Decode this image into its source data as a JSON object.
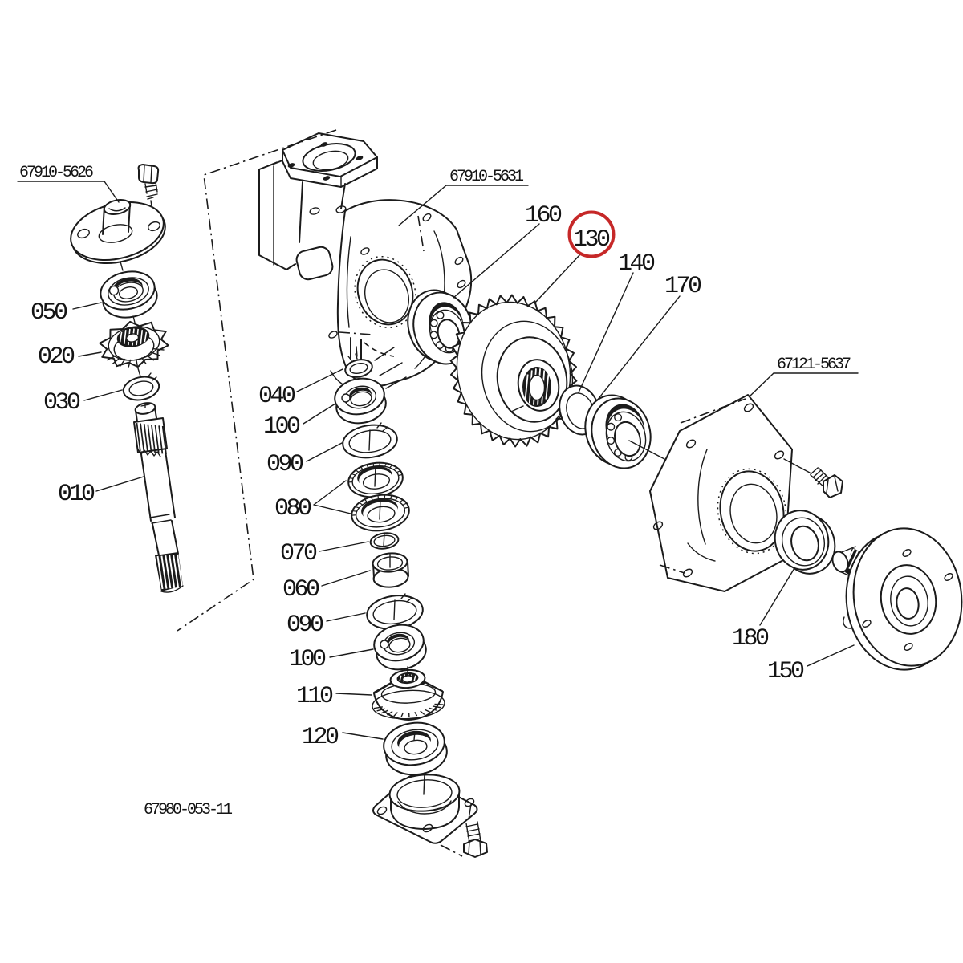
{
  "drawing": {
    "type": "exploded-parts-diagram",
    "background": "#ffffff",
    "line_color": "#1b1b1b",
    "highlight_color": "#c62828",
    "part_numbers": [
      {
        "id": "67910-5626"
      },
      {
        "id": "67910-5631"
      },
      {
        "id": "67121-5637"
      },
      {
        "id": "67980-053-11"
      }
    ],
    "callouts": [
      {
        "ref": "010"
      },
      {
        "ref": "020"
      },
      {
        "ref": "030"
      },
      {
        "ref": "040"
      },
      {
        "ref": "050"
      },
      {
        "ref": "060"
      },
      {
        "ref": "070"
      },
      {
        "ref": "080"
      },
      {
        "ref": "090"
      },
      {
        "ref": "100"
      },
      {
        "ref": "110"
      },
      {
        "ref": "120"
      },
      {
        "ref": "130"
      },
      {
        "ref": "140"
      },
      {
        "ref": "150"
      },
      {
        "ref": "160"
      },
      {
        "ref": "170"
      },
      {
        "ref": "180"
      }
    ],
    "highlighted_callout": "130"
  }
}
